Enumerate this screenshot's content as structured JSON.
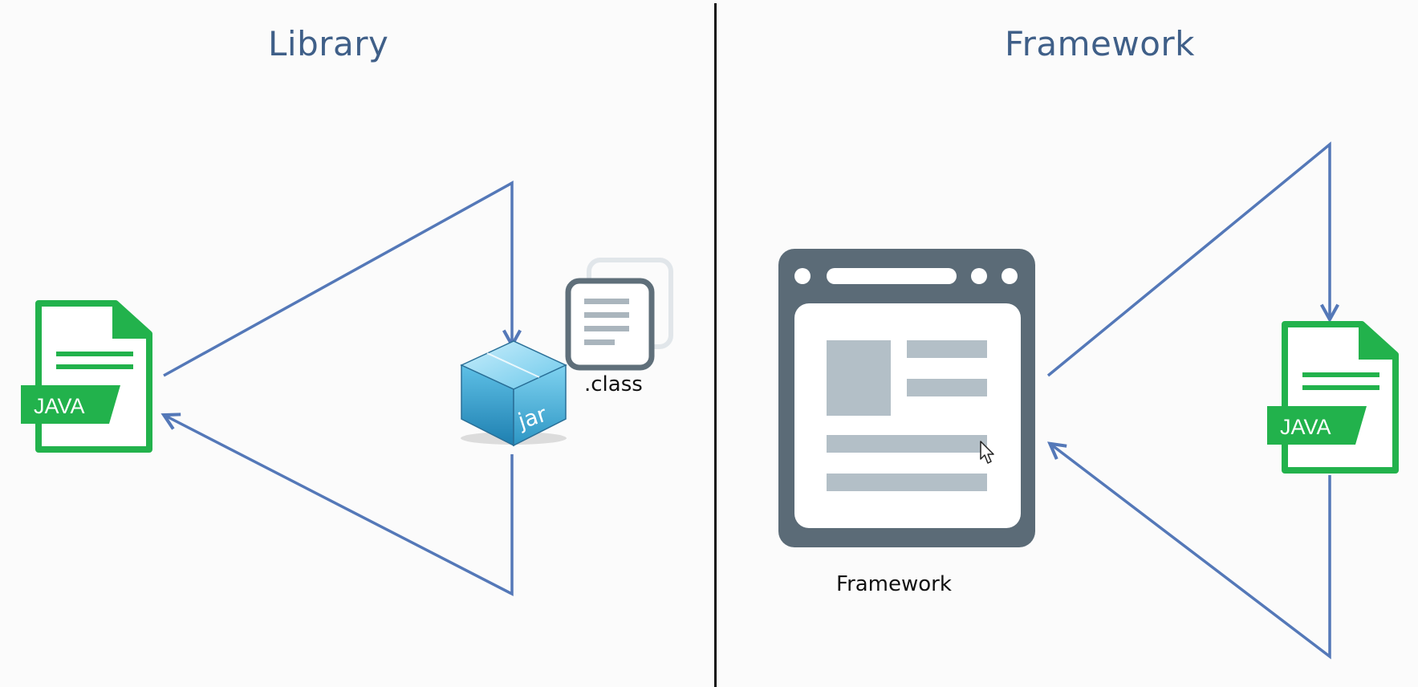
{
  "left_panel": {
    "title": "Library"
  },
  "right_panel": {
    "title": "Framework"
  },
  "java_file": {
    "badge": "JAVA",
    "icon": "java-file-icon",
    "color": "#22b24c"
  },
  "jar": {
    "label": "jar",
    "icon": "jar-box-icon"
  },
  "class_file": {
    "label": ".class",
    "icon": "class-file-icon"
  },
  "framework_window": {
    "label": "Framework",
    "icon": "framework-window-icon",
    "color": "#5b6b77"
  },
  "arrow_color": "#5478b8"
}
